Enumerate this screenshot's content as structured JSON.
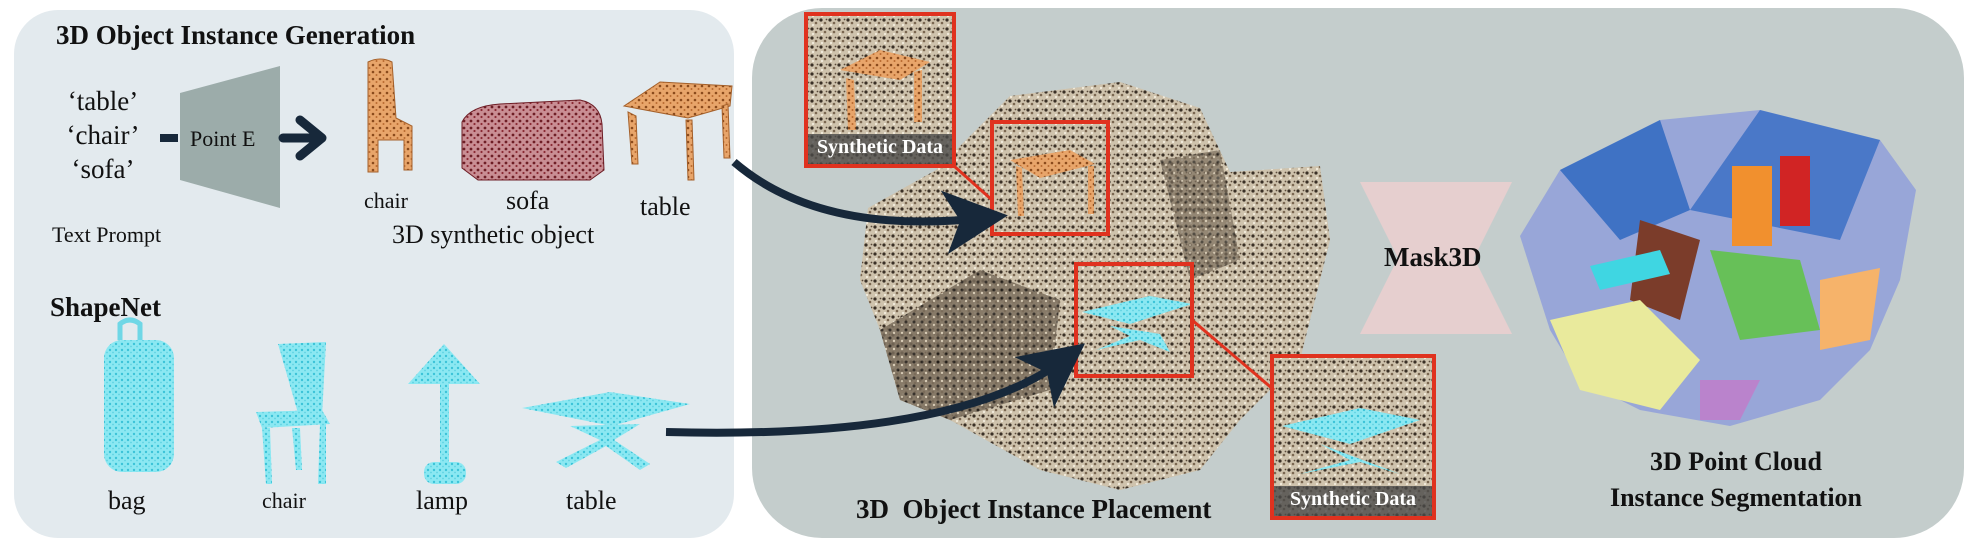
{
  "generation": {
    "title": "3D Object Instance Generation",
    "prompts": [
      "‘table’",
      "‘chair’",
      "‘sofa’"
    ],
    "prompt_caption": "Text Prompt",
    "model_label": "Point E",
    "objects": [
      "chair",
      "sofa",
      "table"
    ],
    "objects_caption": "3D synthetic object"
  },
  "shapenet": {
    "title": "ShapeNet",
    "objects": [
      "bag",
      "chair",
      "lamp",
      "table"
    ]
  },
  "placement": {
    "title": "3D  Object Instance Placement",
    "inset_labels": [
      "Synthetic Data",
      "Synthetic Data"
    ]
  },
  "segmentation_model": {
    "label": "Mask3D"
  },
  "segmentation": {
    "title_line1": "3D Point Cloud",
    "title_line2": "Instance Segmentation"
  },
  "colors": {
    "left_panel_bg": "#e3eaee",
    "right_panel_bg": "#c4cdcc",
    "highlight_box": "#e0321f",
    "arrow": "#17283a",
    "point_e_block": "#9cacaa",
    "mask3d_block": "#e6cfcf",
    "synthetic_object": "#d9904e",
    "shapenet_object": "#6fd7e6"
  }
}
